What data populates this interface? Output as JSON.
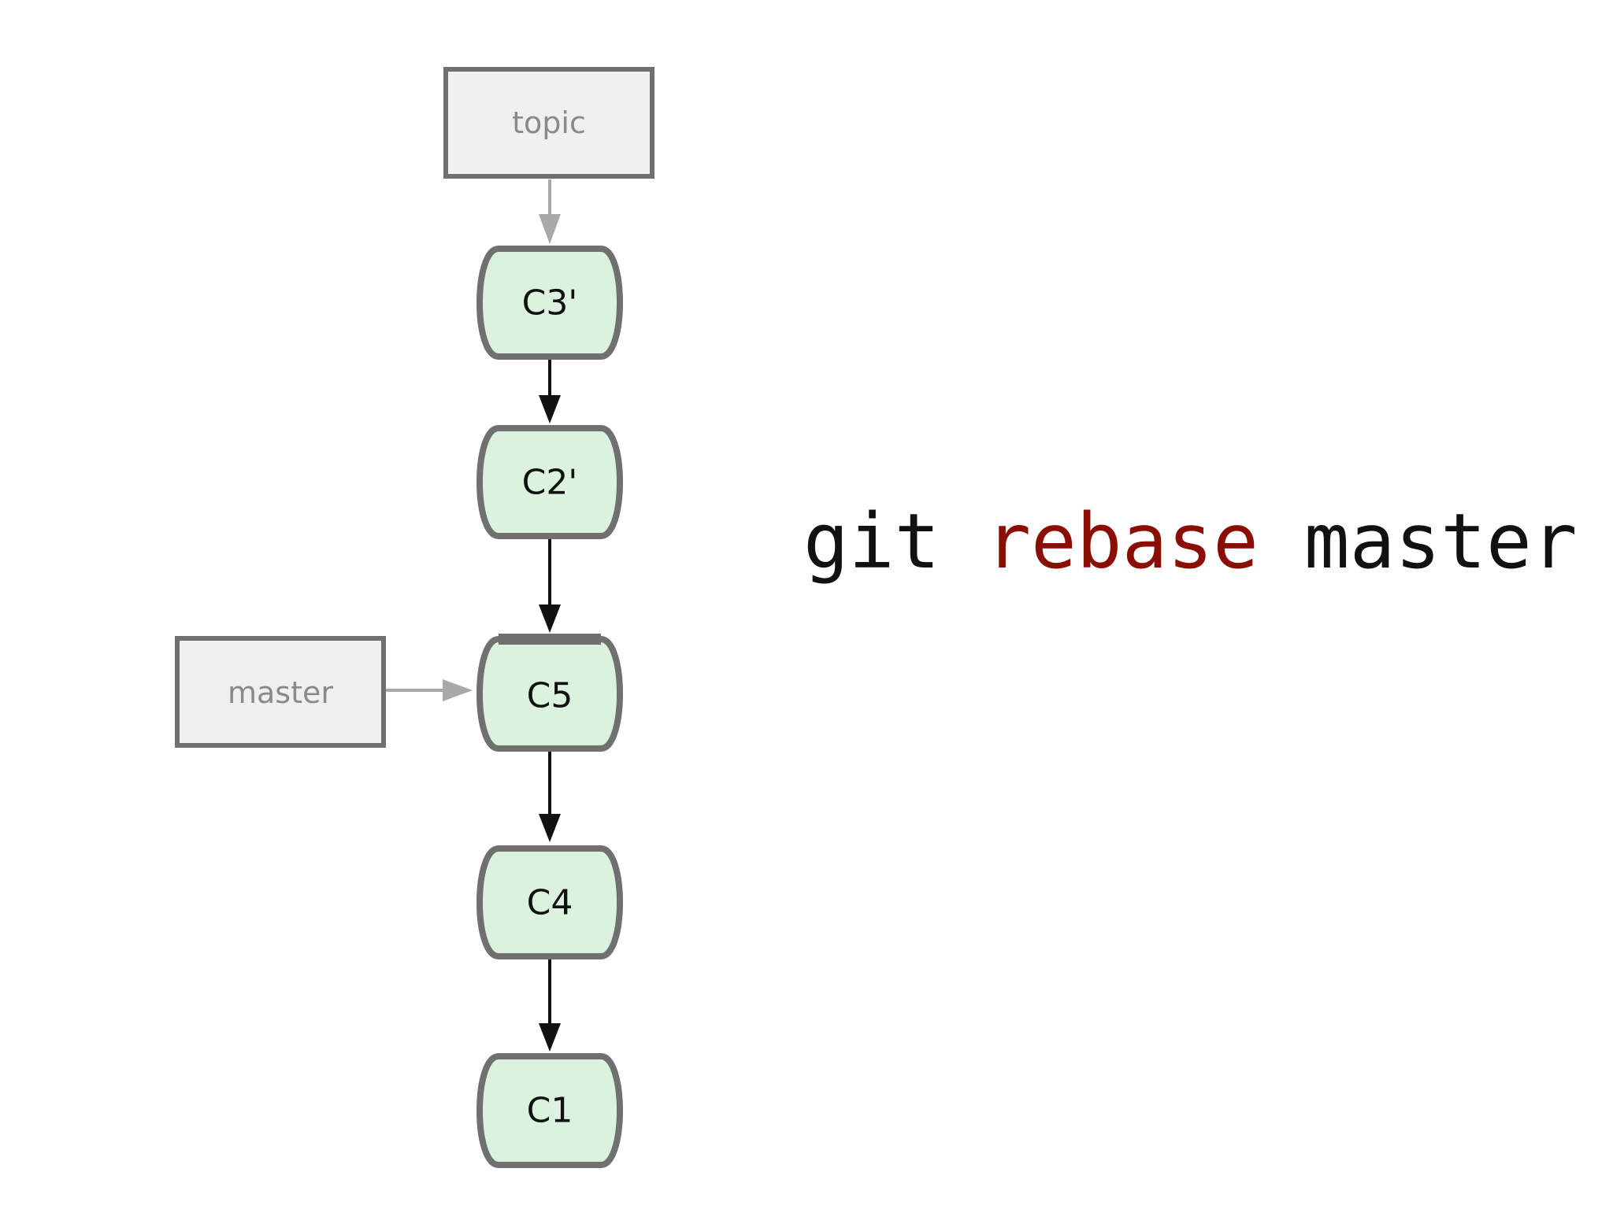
{
  "colors": {
    "ref_fill": "#f0f0f0",
    "ref_border": "#707070",
    "ref_text": "#8a8a8a",
    "commit_fill": "#daf2de",
    "commit_border": "#707070",
    "commit_text": "#111111",
    "arrow_parent": "#111111",
    "arrow_ref": "#a9a9a9",
    "command_text": "#111111",
    "command_keyword": "#8b0e04"
  },
  "refs": {
    "topic": "topic",
    "master": "master"
  },
  "commits": [
    "C3'",
    "C2'",
    "C5",
    "C4",
    "C1"
  ],
  "command": {
    "part1": "git",
    "part2": "rebase",
    "part3": "master"
  }
}
